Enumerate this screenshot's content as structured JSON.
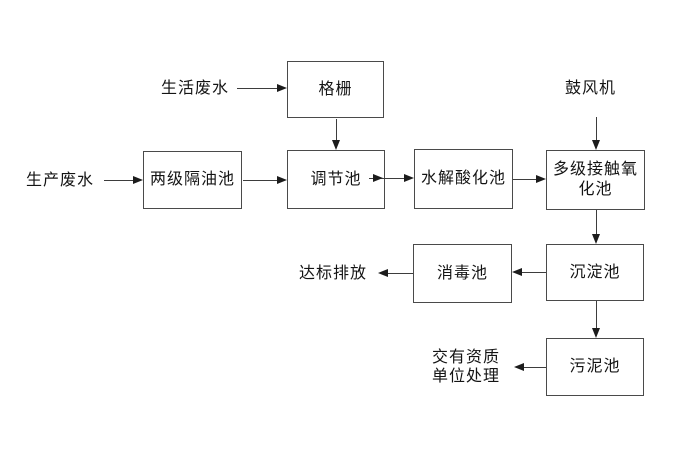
{
  "diagram": {
    "type": "flowchart",
    "subject": "wastewater-treatment-process",
    "background_color": "#ffffff",
    "line_color": "#3d3d3d",
    "text_color": "#141414",
    "nodes": [
      {
        "id": "grating",
        "label": "格栅"
      },
      {
        "id": "oil-separator",
        "label": "两级隔油池"
      },
      {
        "id": "regulating-tank",
        "label": "调节池"
      },
      {
        "id": "hydrolysis-tank",
        "label": "水解酸化池"
      },
      {
        "id": "oxidation-tank",
        "label": "多级接触氧化池",
        "lines": [
          "多级接触氧",
          "化池"
        ]
      },
      {
        "id": "sedimentation-tank",
        "label": "沉淀池"
      },
      {
        "id": "disinfection-tank",
        "label": "消毒池"
      },
      {
        "id": "sludge-tank",
        "label": "污泥池"
      }
    ],
    "labels": [
      {
        "id": "domestic-wastewater",
        "text": "生活废水"
      },
      {
        "id": "production-wastewater",
        "text": "生产废水"
      },
      {
        "id": "blower",
        "text": "鼓风机"
      },
      {
        "id": "discharge",
        "text": "达标排放"
      },
      {
        "id": "qualified-unit",
        "lines": [
          "交有资质",
          "单位处理"
        ]
      }
    ],
    "edges": [
      {
        "from": "生活废水",
        "to": "格栅"
      },
      {
        "from": "格栅",
        "to": "调节池"
      },
      {
        "from": "生产废水",
        "to": "两级隔油池"
      },
      {
        "from": "两级隔油池",
        "to": "调节池"
      },
      {
        "from": "调节池",
        "to": "水解酸化池"
      },
      {
        "from": "水解酸化池",
        "to": "多级接触氧化池"
      },
      {
        "from": "鼓风机",
        "to": "多级接触氧化池"
      },
      {
        "from": "多级接触氧化池",
        "to": "沉淀池"
      },
      {
        "from": "沉淀池",
        "to": "消毒池"
      },
      {
        "from": "消毒池",
        "to": "达标排放"
      },
      {
        "from": "沉淀池",
        "to": "污泥池"
      },
      {
        "from": "污泥池",
        "to": "交有资质单位处理"
      }
    ]
  }
}
